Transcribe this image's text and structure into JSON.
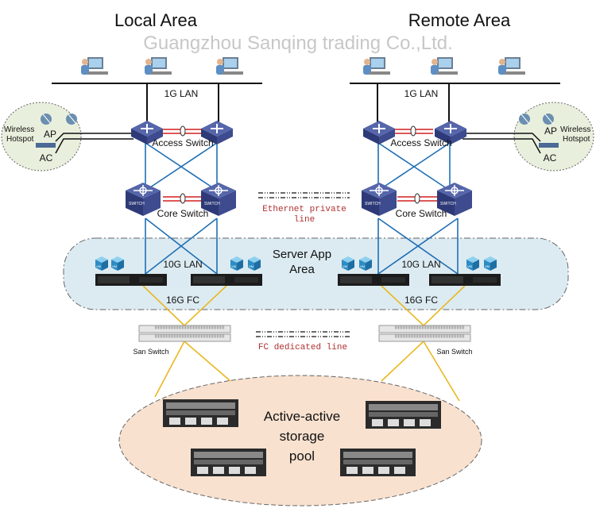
{
  "titles": {
    "local": "Local Area",
    "remote": "Remote Area"
  },
  "labels": {
    "lan_1g": "1G LAN",
    "access_switch": "Access Switch",
    "core_switch": "Core Switch",
    "lan_10g": "10G LAN",
    "fc_16g": "16G FC",
    "san_switch": "San Switch",
    "ap": "AP",
    "ac": "AC",
    "wireless_1": "Wireless",
    "wireless_2": "Hotspot",
    "server_area_1": "Server App",
    "server_area_2": "Area",
    "ethernet_1": "Ethernet private",
    "ethernet_2": "line",
    "fc_line": "FC dedicated line",
    "storage_1": "Active-active",
    "storage_2": "storage",
    "storage_3": "pool",
    "switch_badge": "SWITCH",
    "vm_badge": "VM"
  },
  "watermark": "Guangzhou Sanqing trading Co.,Ltd.",
  "colors": {
    "ethernet_link": "#1f6fb5",
    "fc_link": "#e8b820",
    "lacp": "#d42020",
    "switch": "#3c4a8c",
    "server_zone": "#dcebf2",
    "storage_zone": "#f9e1cf",
    "hotspot_zone": "#e8efdc"
  }
}
